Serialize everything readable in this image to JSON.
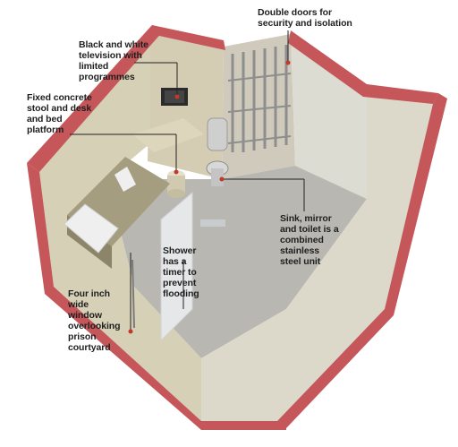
{
  "labels": {
    "doors": [
      "Double doors for",
      "security and isolation"
    ],
    "tv": [
      "Black and white",
      "television  with",
      "limited",
      "programmes"
    ],
    "concrete": [
      "Fixed concrete",
      "stool and desk",
      "and bed",
      "platform"
    ],
    "sink": [
      "Sink, mirror",
      "and toilet is a",
      "combined",
      "stainless",
      "steel unit"
    ],
    "shower": [
      "Shower",
      "has a",
      "timer to",
      "prevent",
      "flooding"
    ],
    "window": [
      "Four inch",
      "wide",
      "window",
      "overlooking",
      "prison",
      "courtyard"
    ]
  },
  "colors": {
    "wall_top": "#c5575b",
    "wall_outer": "#dcd9cc",
    "wall_inner": "#d8d2b8",
    "floor": "#b8b6b0",
    "bed": "#a9a184",
    "mattress": "#eeeeee",
    "bars": "#9a9a9a",
    "steel": "#cfcfcf",
    "callout_dot": "#c0392b"
  }
}
